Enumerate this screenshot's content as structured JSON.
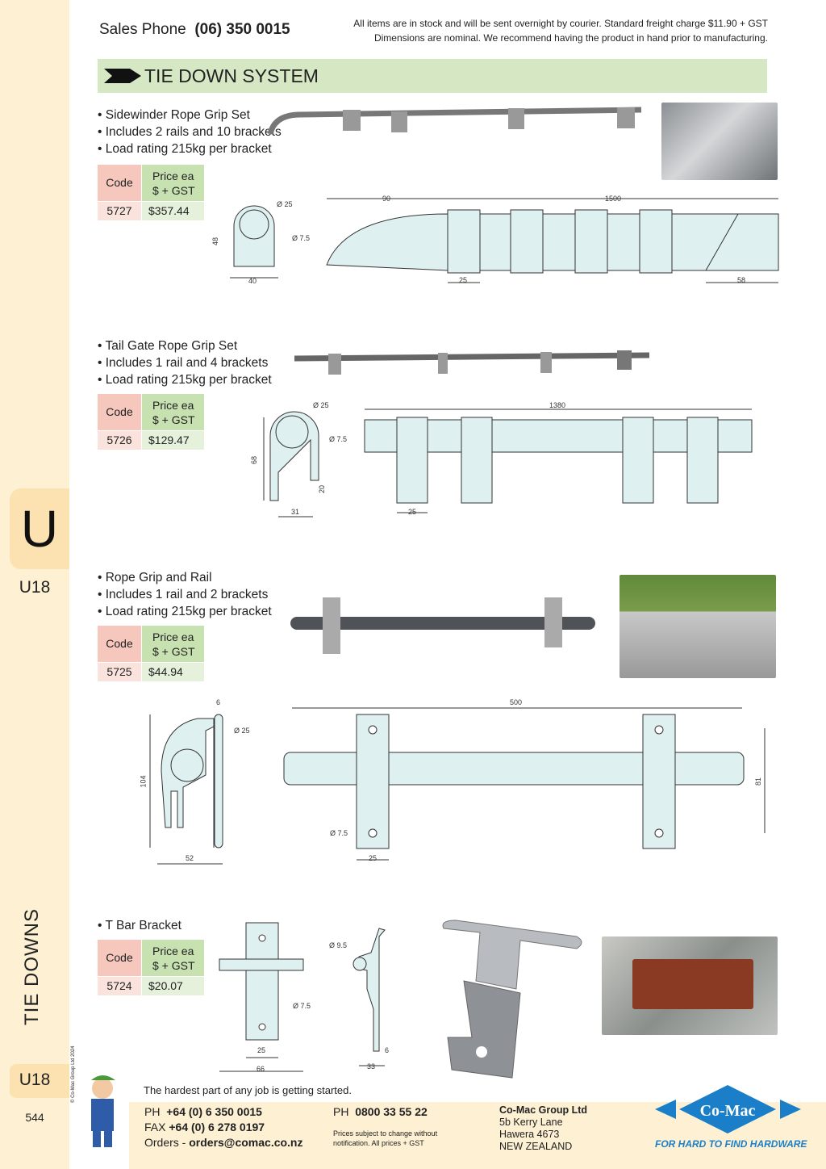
{
  "header": {
    "sales_label": "Sales Phone",
    "sales_phone": "(06) 350 0015",
    "notice_line1": "All items are in stock and will be sent overnight by courier. Standard freight charge $11.90 + GST",
    "notice_line2": "Dimensions are nominal. We recommend having the product in hand prior to manufacturing."
  },
  "banner": {
    "title": "TIE DOWN SYSTEM"
  },
  "sidebar": {
    "tab_letter": "U",
    "code_top": "U18",
    "section": "TIE DOWNS",
    "code_bottom": "U18",
    "page_number": "544",
    "copyright": "© Co-Mac Group Ltd 2024"
  },
  "table_headers": {
    "code": "Code",
    "price_line1": "Price ea",
    "price_line2": "$ + GST"
  },
  "products": [
    {
      "bullets": [
        "Sidewinder Rope Grip Set",
        "Includes 2 rails and 10 brackets",
        "Load rating 215kg per bracket"
      ],
      "code": "5727",
      "price": "$357.44",
      "dims": [
        "Ø 25",
        "Ø 7.5",
        "48",
        "40",
        "90",
        "1500",
        "25",
        "58"
      ]
    },
    {
      "bullets": [
        "Tail Gate Rope Grip Set",
        "Includes 1 rail and 4 brackets",
        "Load rating 215kg per bracket"
      ],
      "code": "5726",
      "price": "$129.47",
      "dims": [
        "Ø 25",
        "Ø 7.5",
        "68",
        "20",
        "31",
        "1380",
        "25"
      ]
    },
    {
      "bullets": [
        "Rope Grip and Rail",
        "Includes 1 rail and 2 brackets",
        "Load rating 215kg per bracket"
      ],
      "code": "5725",
      "price": "$44.94",
      "dims": [
        "6",
        "Ø 25",
        "104",
        "52",
        "500",
        "Ø 7.5",
        "25",
        "81"
      ]
    },
    {
      "bullets": [
        "T Bar Bracket"
      ],
      "code": "5724",
      "price": "$20.07",
      "dims": [
        "Ø 7.5",
        "25",
        "66",
        "Ø 9.5",
        "6",
        "33"
      ]
    }
  ],
  "footer": {
    "slogan": "The hardest part of any job is getting started.",
    "ph_label": "PH",
    "ph": "+64 (0) 6 350 0015",
    "fax_label": "FAX",
    "fax": "+64 (0) 6 278 0197",
    "orders_label": "Orders -",
    "orders": "orders@comac.co.nz",
    "ph2_label": "PH",
    "ph2": "0800 33 55 22",
    "disclaimer1": "Prices subject to change without",
    "disclaimer2": "notification. All prices + GST",
    "company": "Co-Mac Group Ltd",
    "addr1": "5b Kerry Lane",
    "addr2": "Hawera 4673",
    "addr3": "NEW ZEALAND",
    "logo_text": "Co-Mac",
    "tagline": "FOR HARD TO FIND HARDWARE"
  },
  "colors": {
    "banner": "#d5e8c3",
    "sidebar": "#fdf0d3",
    "tab": "#fbe2b0",
    "code_cell": "#f5c7bd",
    "price_cell": "#c8e1b1",
    "logo_blue": "#1a7fc8"
  }
}
